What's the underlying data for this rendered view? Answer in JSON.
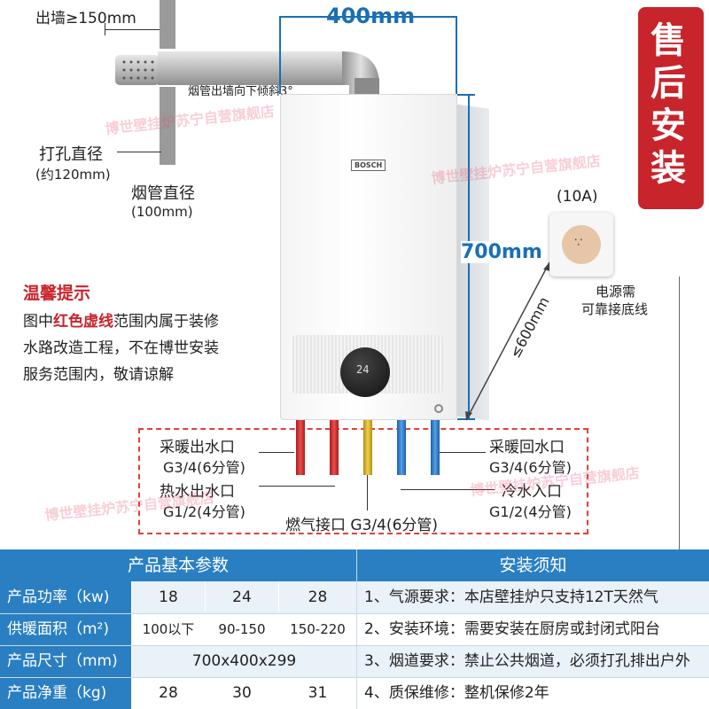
{
  "dimensions": {
    "outlet_label": "出墙≥150mm",
    "width_label": "400mm",
    "height_label": "700mm",
    "socket_dist_label": "≤600mm",
    "flue_slope_label": "烟管出墙向下倾斜3°",
    "hole_label": "打孔直径",
    "hole_value": "(约120mm)",
    "flue_label": "烟管直径",
    "flue_value": "(100mm)"
  },
  "brand": "BOSCH",
  "display_value": "24",
  "badge": "售后安装",
  "socket": {
    "rating": "(10A)",
    "note_line1": "电源需",
    "note_line2": "可靠接底线"
  },
  "tip": {
    "title": "温馨提示",
    "line1_prefix": "图中",
    "line1_highlight": "红色虚线",
    "line1_suffix": "范围内属于装修",
    "line2": "水路改造工程，不在博世安装",
    "line3": "服务范围内，敬请谅解"
  },
  "ports": {
    "heating_out": "采暖出水口",
    "heating_out_spec": "G3/4(6分管)",
    "hot_out": "热水出水口",
    "hot_out_spec": "G1/2(4分管)",
    "gas": "燃气接口 G3/4(6分管)",
    "heating_return": "采暖回水口",
    "heating_return_spec": "G3/4(6分管)",
    "cold_in": "冷水入口",
    "cold_in_spec": "G1/2(4分管)"
  },
  "watermark": "博世壁挂炉苏宁自营旗舰店",
  "colors": {
    "accent_blue": "#2a7fc2",
    "badge_red": "#c8242b",
    "dashed_red": "#e0403a"
  },
  "table": {
    "left_header": "产品基本参数",
    "right_header": "安装须知",
    "rows": [
      {
        "label": "产品功率（kw)",
        "c1": "18",
        "c2": "24",
        "c3": "28",
        "note": "1、气源要求：本店壁挂炉只支持12T天然气"
      },
      {
        "label": "供暖面积（m²)",
        "c1": "100以下",
        "c2": "90-150",
        "c3": "150-220",
        "note": "2、安装环境：需要安装在厨房或封闭式阳台"
      },
      {
        "label": "产品尺寸（mm)",
        "merged": "700x400x299",
        "note": "3、烟道要求：禁止公共烟道，必须打孔排出户外"
      },
      {
        "label": "产品净重（kg)",
        "c1": "28",
        "c2": "30",
        "c3": "31",
        "note": "4、质保维修：整机保修2年"
      }
    ]
  }
}
